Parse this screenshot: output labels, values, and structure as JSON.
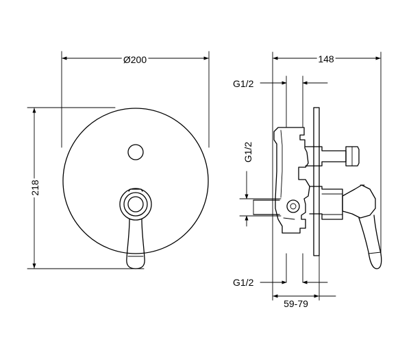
{
  "front_view": {
    "diameter_label": "Ø200",
    "height_label": "218"
  },
  "side_view": {
    "depth_label": "148",
    "top_connection_label": "G1/2",
    "side_connection_label": "G1/2",
    "bottom_connection_label": "G1/2",
    "install_range_label": "59-79"
  }
}
